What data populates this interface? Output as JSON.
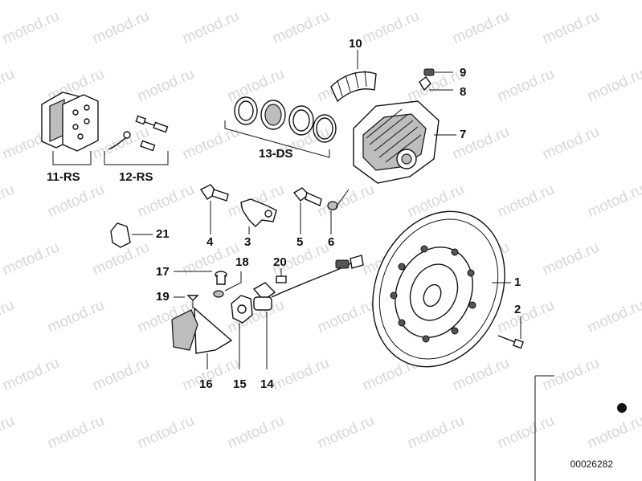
{
  "watermark": "motod.ru",
  "document_id": "00026282",
  "callouts": {
    "c1": "1",
    "c2": "2",
    "c3": "3",
    "c4": "4",
    "c5": "5",
    "c6": "6",
    "c7": "7",
    "c8": "8",
    "c9": "9",
    "c10": "10",
    "c11": "11-RS",
    "c12": "12-RS",
    "c13": "13-DS",
    "c14": "14",
    "c15": "15",
    "c16": "16",
    "c17": "17",
    "c18": "18",
    "c19": "19",
    "c20": "20",
    "c21": "21"
  }
}
